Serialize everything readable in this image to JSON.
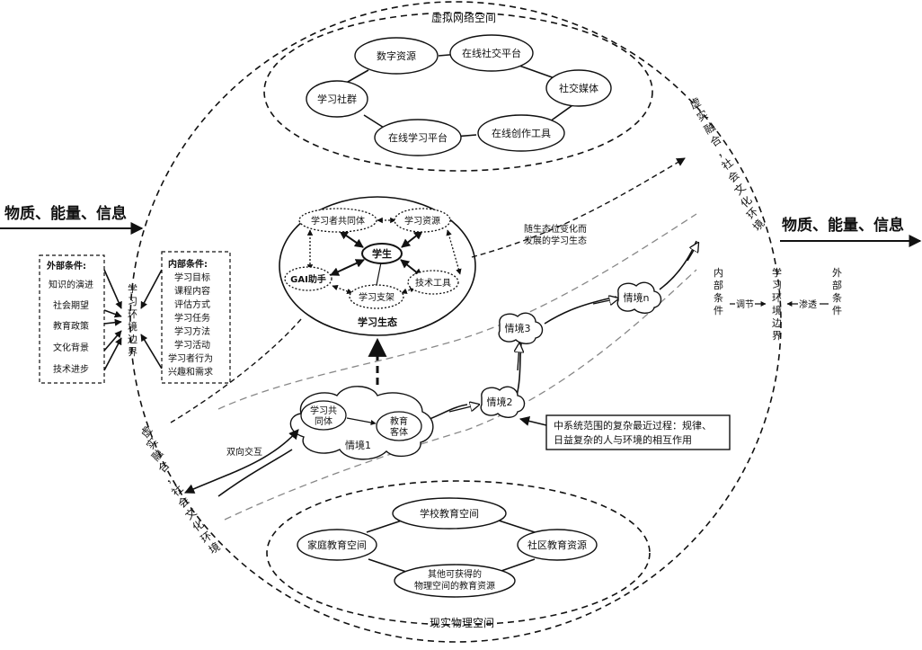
{
  "titles": {
    "virtual_space": "虚拟网络空间",
    "physical_space": "现实物理空间",
    "learning_ecology": "学习生态",
    "ecology_note_l1": "随生态位变化而",
    "ecology_note_l2": "发展的学习生态"
  },
  "flow": {
    "left_label": "物质、能量、信息",
    "right_label": "物质、能量、信息"
  },
  "virtual_nodes": {
    "digital": "数字资源",
    "social_platform": "在线社交平台",
    "community": "学习社群",
    "social_media": "社交媒体",
    "online_learning": "在线学习平台",
    "creation_tools": "在线创作工具"
  },
  "ecology": {
    "community": "学习者共同体",
    "resources": "学习资源",
    "student": "学生",
    "gai": "GAI助手",
    "tools": "技术工具",
    "scaffold": "学习支架"
  },
  "physical_nodes": {
    "school": "学校教育空间",
    "family": "家庭教育空间",
    "community": "社区教育资源",
    "other_l1": "其他可获得的",
    "other_l2": "物理空间的教育资源"
  },
  "external_conditions": {
    "title": "外部条件:",
    "items": [
      "知识的演进",
      "社会期望",
      "教育政策",
      "文化背景",
      "技术进步"
    ]
  },
  "internal_conditions": {
    "title": "内部条件:",
    "items": [
      "学习目标",
      "课程内容",
      "评估方式",
      "学习任务",
      "学习方法",
      "学习活动",
      "学习者行为",
      "兴趣和需求"
    ]
  },
  "left_boundary": [
    "学",
    "习",
    "环",
    "境",
    "边",
    "界"
  ],
  "right_side": {
    "internal": [
      "内",
      "部",
      "条",
      "件"
    ],
    "regulate": "调节",
    "boundary": [
      "学",
      "习",
      "环",
      "境",
      "边",
      "界"
    ],
    "permeate": "渗透",
    "external": [
      "外",
      "部",
      "条",
      "件"
    ]
  },
  "situations": {
    "s1": "情境1",
    "s2": "情境2",
    "s3": "情境3",
    "sn": "情境n",
    "co_l1": "学习共",
    "co_l2": "同体",
    "obj_l1": "教育",
    "obj_l2": "客体",
    "interaction": "双向交互"
  },
  "zpd": {
    "line1": "中系统范围的复杂最近过程：规律、",
    "line2": "日益复杂的人与环境的相互作用"
  },
  "arc_labels": {
    "top_right": [
      "虚",
      "实",
      "融",
      "合",
      "，",
      "社",
      "会",
      "文",
      "化",
      "环",
      "境"
    ],
    "bottom_left": [
      "虚",
      "实",
      "融",
      "合",
      "，",
      "社",
      "会",
      "文",
      "化",
      "环",
      "境"
    ]
  }
}
